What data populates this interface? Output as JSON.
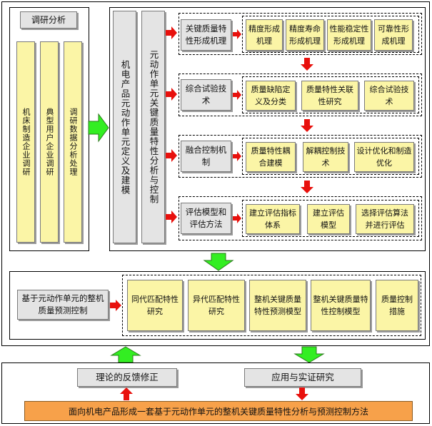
{
  "research": {
    "title": "调研分析",
    "cols": [
      "机床制造企业调研",
      "典型用户企业调研",
      "调研数据分析处理"
    ]
  },
  "center": {
    "col1": "机电产品元动作单元定义及建模",
    "col2": "元动作单元关键质量特性分析与控制"
  },
  "rows": [
    {
      "head": "关键质量特性形成机理",
      "items": [
        "精度形成机理",
        "精度寿命形成机理",
        "性能稳定性形成机理",
        "可靠性形成机理"
      ]
    },
    {
      "head": "综合试验技术",
      "items": [
        "质量缺陷定义及分类",
        "质量特性关联性研究",
        "综合试验技术"
      ]
    },
    {
      "head": "融合控制机制",
      "items": [
        "质量特性耦合建模",
        "解耦控制技术",
        "设计优化和制造优化"
      ]
    },
    {
      "head": "评估模型和评估方法",
      "items": [
        "建立评估指标体系",
        "建立评估模型",
        "选择评估算法并进行评估"
      ]
    }
  ],
  "prediction": {
    "head": "基于元动作单元的整机质量预测控制",
    "items": [
      "同代匹配特性研究",
      "异代匹配特性研究",
      "整机关键质量特性预测模型",
      "整机关键质量特性控制模型",
      "质量控制措施"
    ]
  },
  "bottom": {
    "feedback": "理论的反馈修正",
    "application": "应用与实证研究",
    "method": "面向机电产品形成一套基于元动作单元的整机关键质量特性分析与预测控制方法"
  },
  "colors": {
    "yellow": "#fbf5a6",
    "gray": "#e4e4e4",
    "orange": "#f7a14a",
    "arrow_red": "#e8100c",
    "arrow_green": "#33ee22"
  },
  "icons": [
    "red-arrow-icon",
    "green-arrow-icon"
  ]
}
